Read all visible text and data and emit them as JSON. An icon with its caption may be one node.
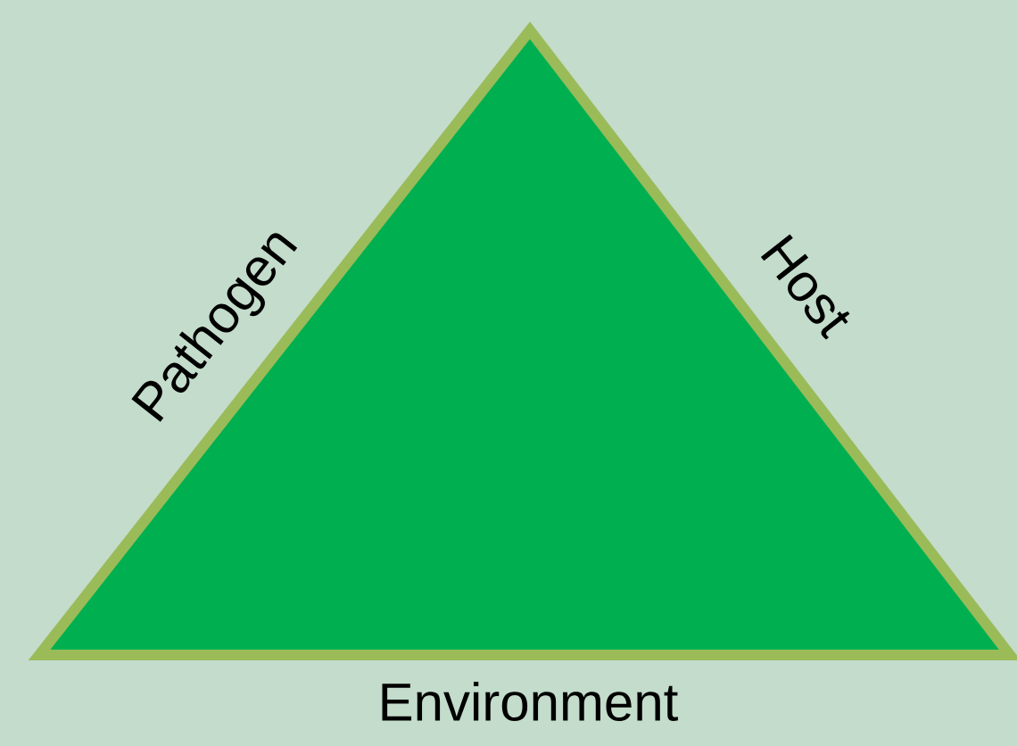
{
  "diagram": {
    "labels": [
      "Pathogen",
      "Host",
      "Environment"
    ]
  }
}
